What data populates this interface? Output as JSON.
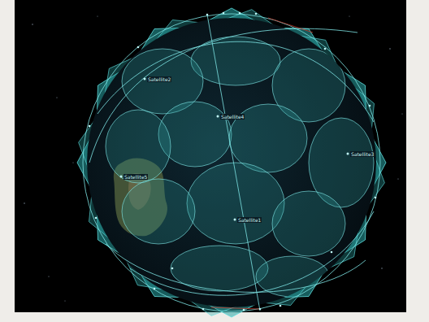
{
  "diagram": {
    "labels": [
      "Satellite2",
      "Satellite4",
      "Satellite3",
      "Satellite5",
      "Satellite1"
    ]
  }
}
